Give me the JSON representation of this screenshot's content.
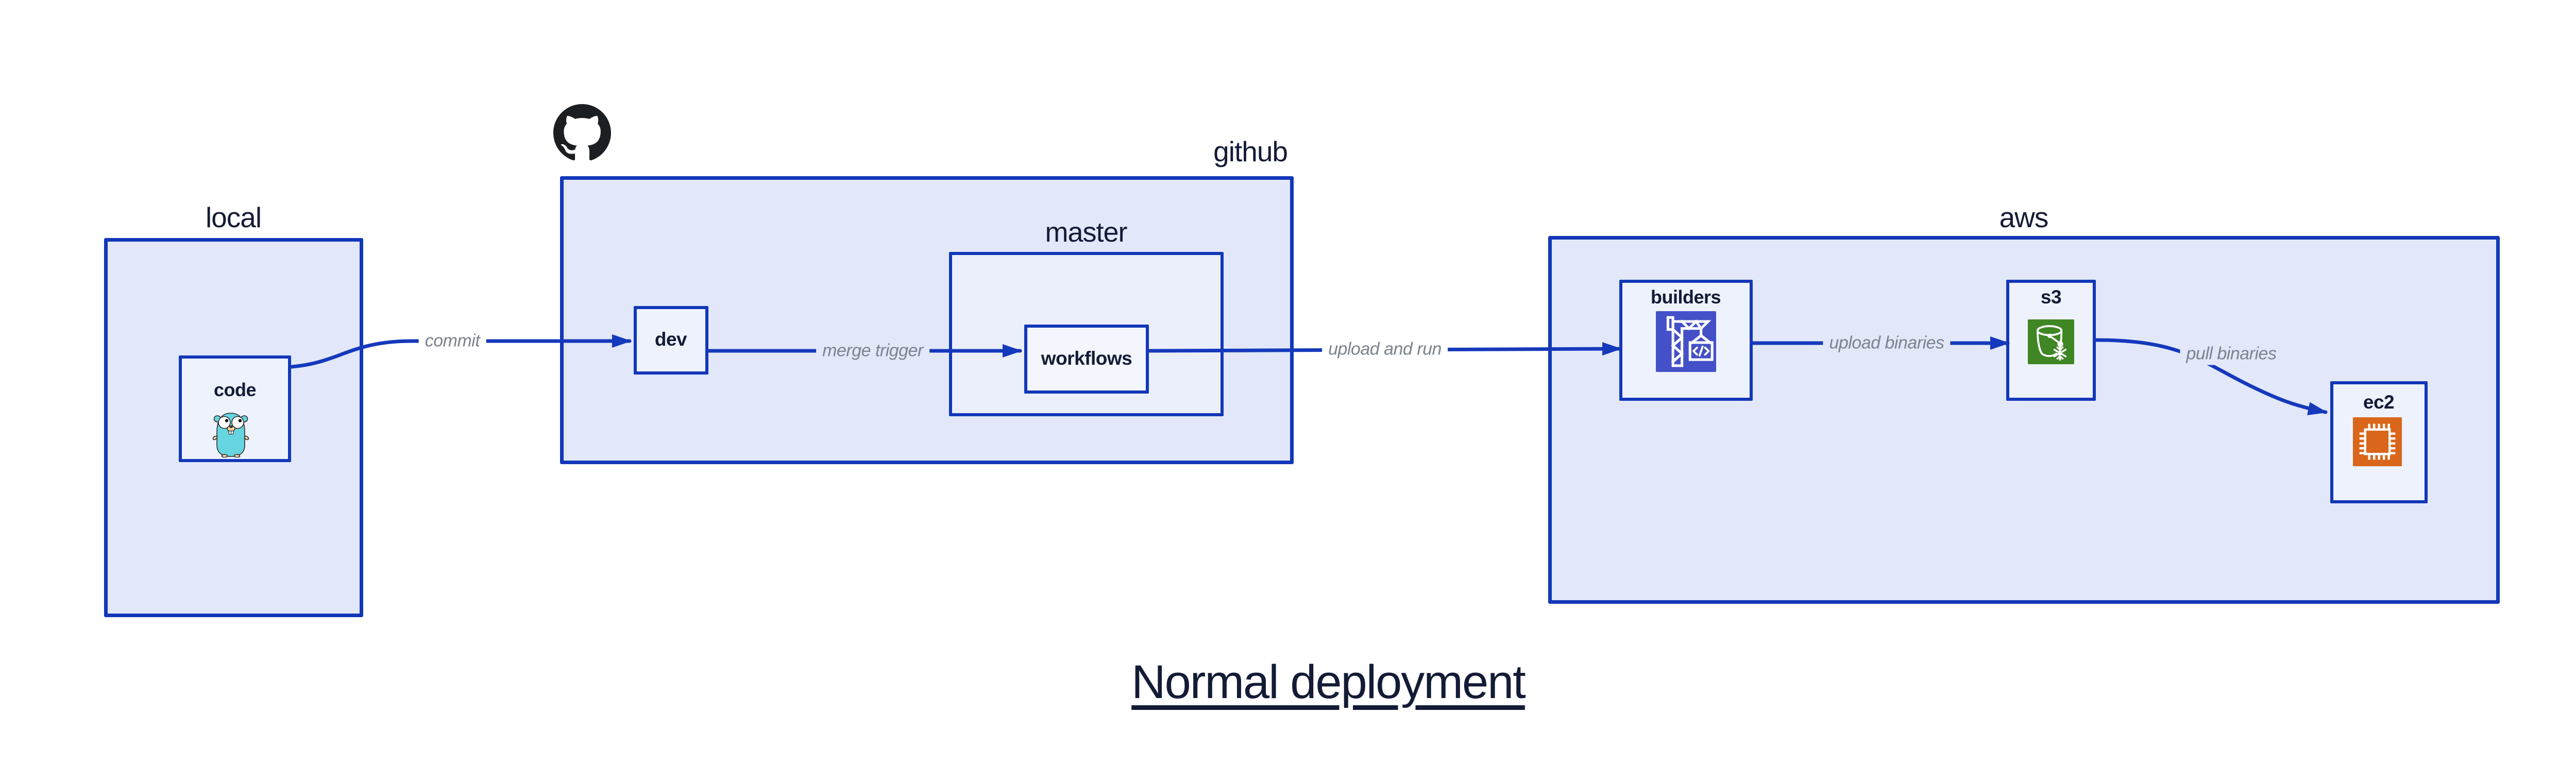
{
  "title": "Normal deployment",
  "groups": {
    "local": {
      "label": "local"
    },
    "github": {
      "label": "github"
    },
    "master": {
      "label": "master"
    },
    "aws": {
      "label": "aws"
    }
  },
  "nodes": {
    "code": {
      "label": "code"
    },
    "dev": {
      "label": "dev"
    },
    "workflows": {
      "label": "workflows"
    },
    "builders": {
      "label": "builders"
    },
    "s3": {
      "label": "s3"
    },
    "ec2": {
      "label": "ec2"
    }
  },
  "edges": {
    "commit": {
      "label": "commit"
    },
    "merge_trigger": {
      "label": "merge trigger"
    },
    "upload_and_run": {
      "label": "upload and run"
    },
    "upload_binaries": {
      "label": "upload binaries"
    },
    "pull_binaries": {
      "label": "pull binaries"
    }
  },
  "icons": {
    "github_logo": "github-octocat",
    "code": "go-gopher",
    "builders": "codebuild-crane",
    "s3": "glacier-bucket",
    "ec2": "cpu-chip"
  },
  "colors": {
    "box_border": "#1237b8",
    "box_fill": "#e2e8fa",
    "inner_fill": "#eef2fc",
    "arrow": "#1539bb",
    "text_dark": "#131b36",
    "text_gray": "#7d828f",
    "codebuild_bg": "#4450c8",
    "s3_bg": "#3f8624",
    "ec2_bg": "#d9661a",
    "gopher_teal": "#67d5df",
    "github_black": "#1b1f23"
  }
}
